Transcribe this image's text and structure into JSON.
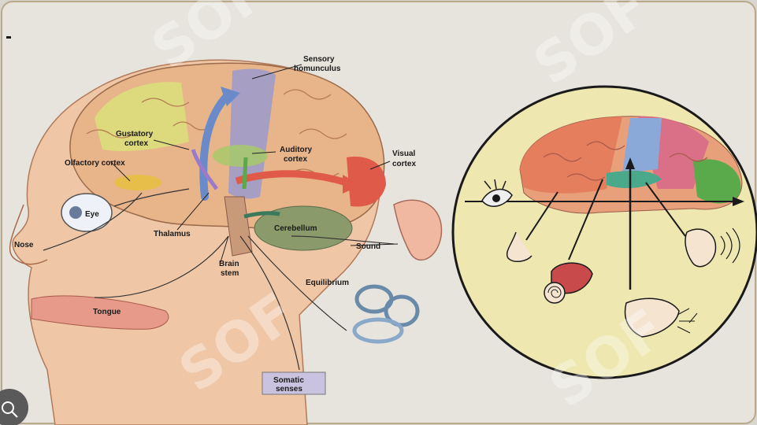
{
  "labels": {
    "sensory_homunculus_1": "Sensory",
    "sensory_homunculus_2": "homunculus",
    "gustatory_1": "Gustatory",
    "gustatory_2": "cortex",
    "auditory_1": "Auditory",
    "auditory_2": "cortex",
    "visual_1": "Visual",
    "visual_2": "cortex",
    "olfactory": "Olfactory cortex",
    "eye": "Eye",
    "nose": "Nose",
    "thalamus": "Thalamus",
    "cerebellum": "Cerebellum",
    "sound": "Sound",
    "brain_stem_1": "Brain",
    "brain_stem_2": "stem",
    "equilibrium": "Equilibrium",
    "tongue": "Tongue",
    "somatic_1": "Somatic",
    "somatic_2": "senses"
  },
  "watermark": "SOF",
  "colors": {
    "background": "#d9d6cf",
    "skin": "#f0c7a6",
    "brain": "#e8b48a",
    "sensory_strip": "#9e9bc9",
    "visual_cortex": "#e05a4a",
    "gustatory": "#d9e07a",
    "cerebellum": "#8a9a6a",
    "circle_fill": "#efe7b0",
    "circle_brain_frontal": "#e37a5a",
    "circle_brain_parietal": "#d86a8a",
    "circle_brain_occipital": "#5aa94a",
    "circle_brain_temporal": "#8aa8d8"
  }
}
